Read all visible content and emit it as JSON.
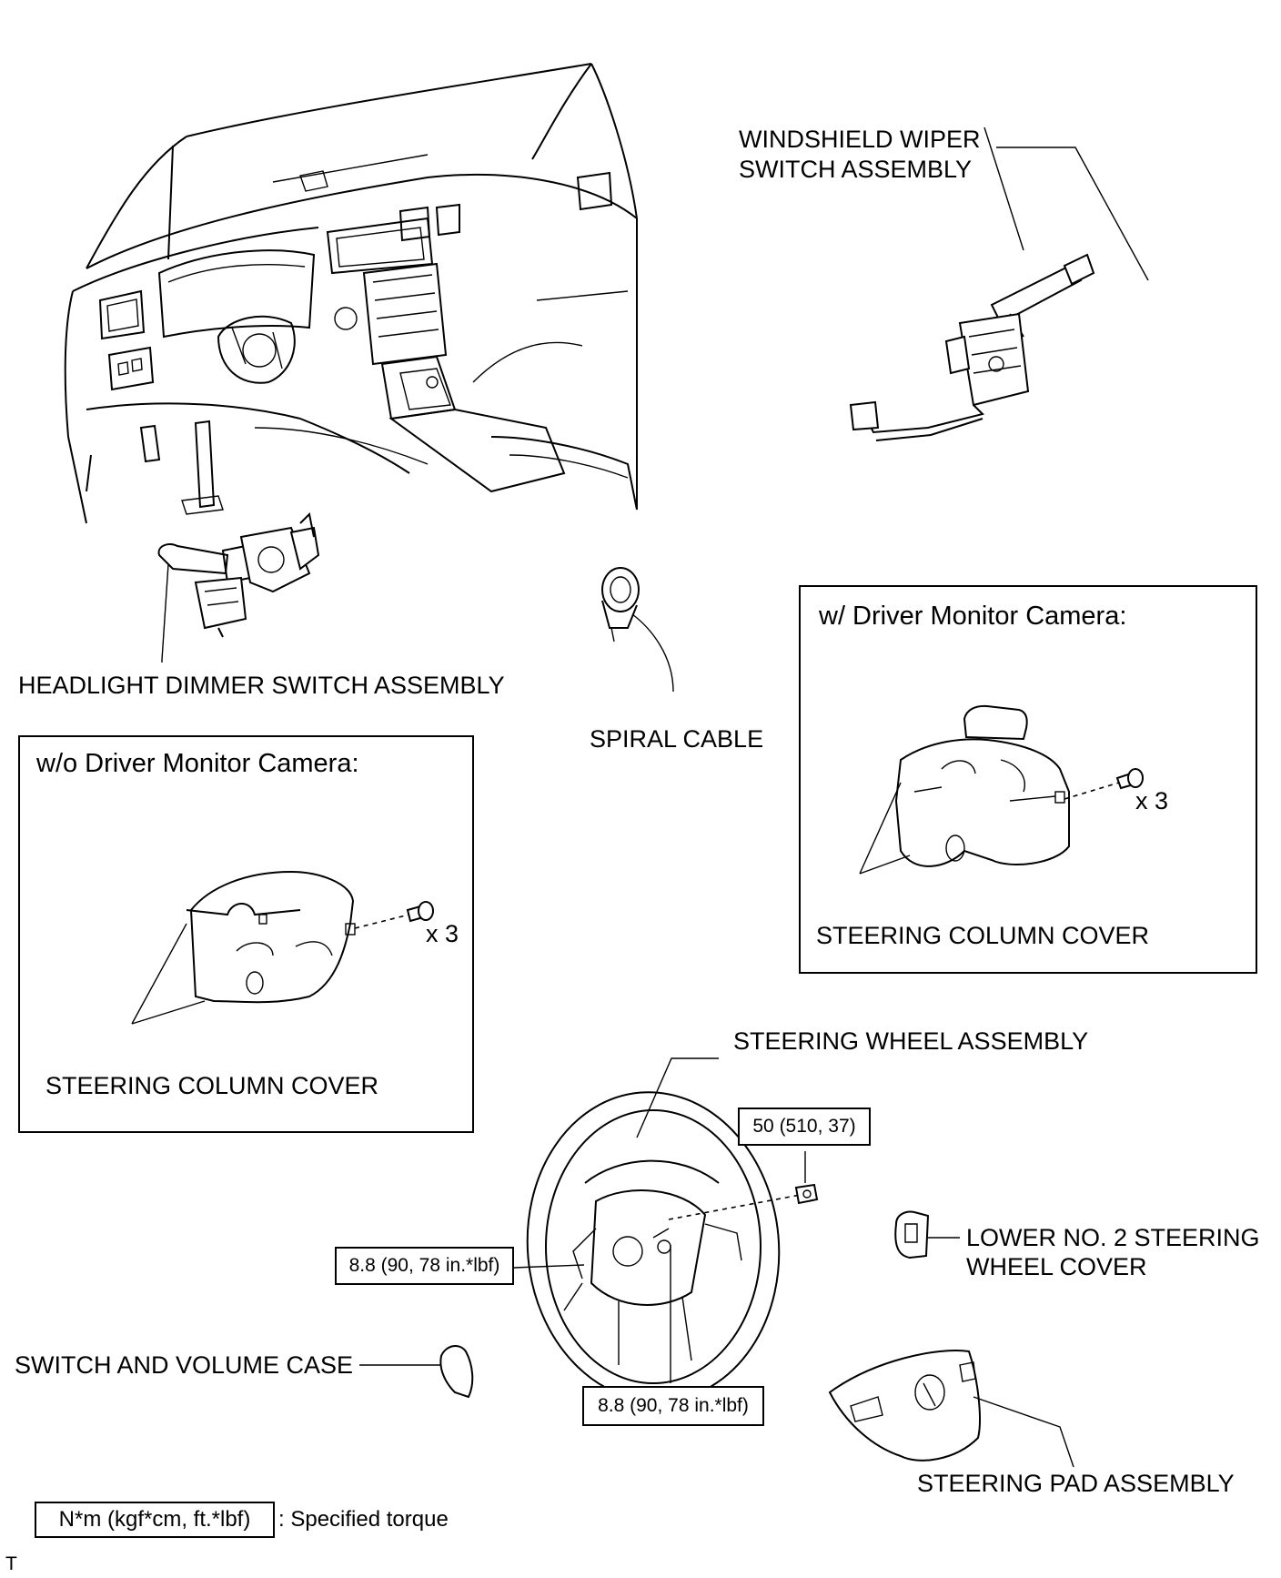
{
  "labels": {
    "windshield_wiper_line1": "WINDSHIELD WIPER",
    "windshield_wiper_line2": "SWITCH ASSEMBLY",
    "headlight_dimmer": "HEADLIGHT DIMMER SWITCH ASSEMBLY",
    "spiral_cable": "SPIRAL CABLE",
    "with_camera_title": "w/ Driver Monitor Camera:",
    "without_camera_title": "w/o Driver Monitor Camera:",
    "qty_right": "x 3",
    "qty_left": "x 3",
    "column_cover_right": "STEERING COLUMN COVER",
    "column_cover_left": "STEERING COLUMN COVER",
    "steering_wheel": "STEERING WHEEL ASSEMBLY",
    "lower_cover_line1": "LOWER NO. 2 STEERING",
    "lower_cover_line2": "WHEEL COVER",
    "switch_volume_case": "SWITCH AND VOLUME CASE",
    "steering_pad": "STEERING PAD ASSEMBLY",
    "legend_suffix": ": Specified torque",
    "footer_mark": "T"
  },
  "torques": {
    "nut": "50 (510, 37)",
    "left_screw": "8.8 (90, 78 in.*lbf)",
    "bottom_screw": "8.8 (90, 78 in.*lbf)",
    "legend_unit": "N*m (kgf*cm, ft.*lbf)"
  }
}
